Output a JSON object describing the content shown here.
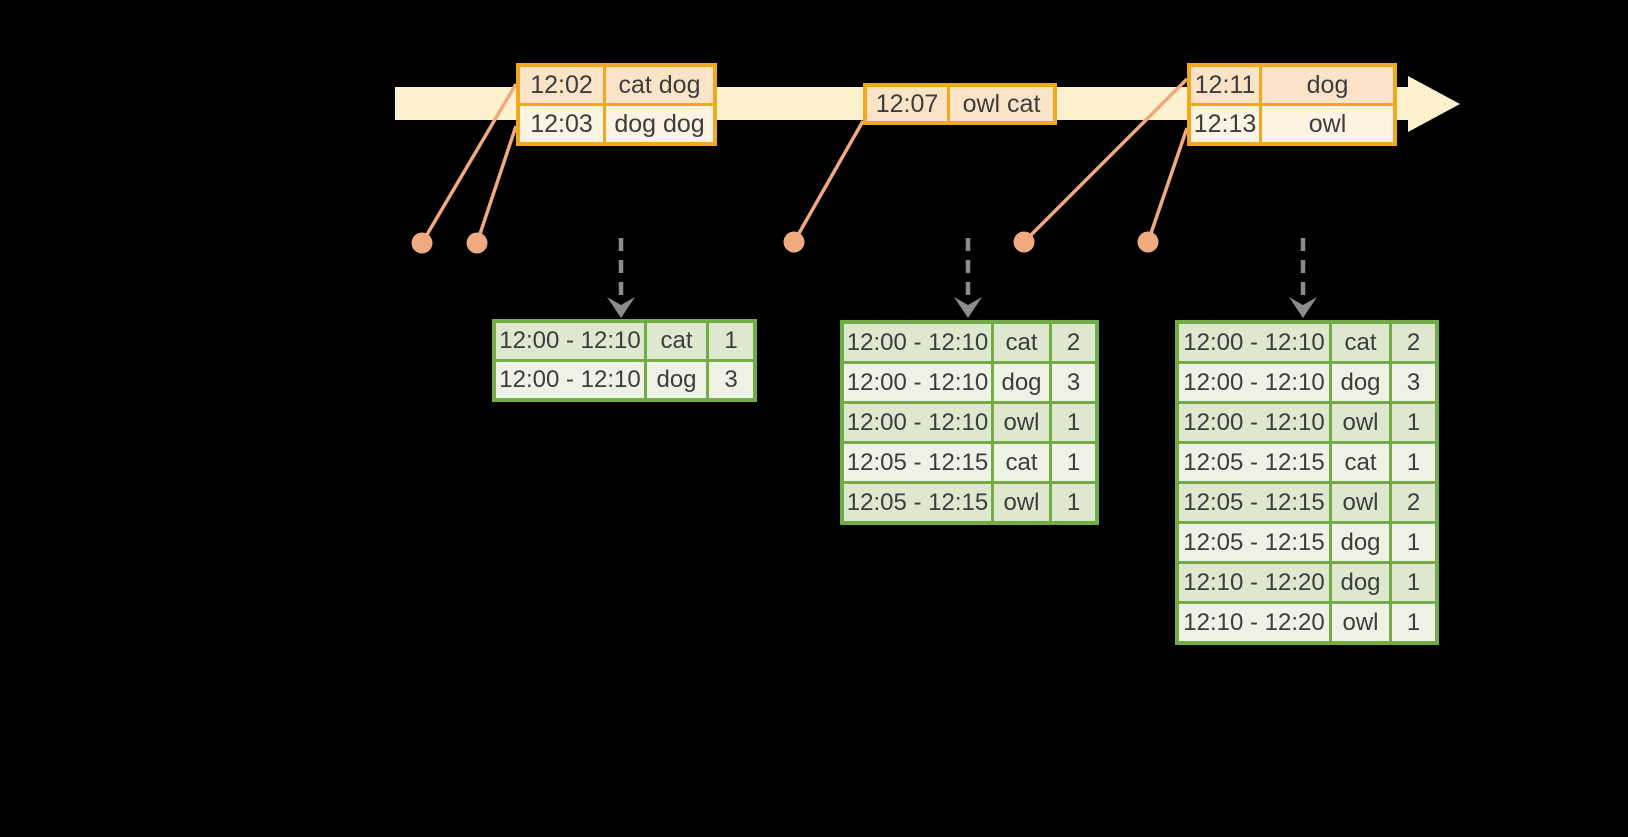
{
  "diagram": {
    "event_tables": [
      {
        "name": "events-at-12-02",
        "rows": [
          [
            "12:02",
            "cat dog"
          ],
          [
            "12:03",
            "dog dog"
          ]
        ]
      },
      {
        "name": "events-at-12-07",
        "rows": [
          [
            "12:07",
            "owl cat"
          ]
        ]
      },
      {
        "name": "events-at-12-11",
        "rows": [
          [
            "12:11",
            "dog"
          ],
          [
            "12:13",
            "owl"
          ]
        ]
      }
    ],
    "result_tables": [
      {
        "name": "result-table-1",
        "rows": [
          [
            "12:00 - 12:10",
            "cat",
            "1"
          ],
          [
            "12:00 - 12:10",
            "dog",
            "3"
          ]
        ]
      },
      {
        "name": "result-table-2",
        "rows": [
          [
            "12:00 - 12:10",
            "cat",
            "2"
          ],
          [
            "12:00 - 12:10",
            "dog",
            "3"
          ],
          [
            "12:00 - 12:10",
            "owl",
            "1"
          ],
          [
            "12:05 - 12:15",
            "cat",
            "1"
          ],
          [
            "12:05 - 12:15",
            "owl",
            "1"
          ]
        ]
      },
      {
        "name": "result-table-3",
        "rows": [
          [
            "12:00 - 12:10",
            "cat",
            "2"
          ],
          [
            "12:00 - 12:10",
            "dog",
            "3"
          ],
          [
            "12:00 - 12:10",
            "owl",
            "1"
          ],
          [
            "12:05 - 12:15",
            "cat",
            "1"
          ],
          [
            "12:05 - 12:15",
            "owl",
            "2"
          ],
          [
            "12:05 - 12:15",
            "dog",
            "1"
          ],
          [
            "12:10 - 12:20",
            "dog",
            "1"
          ],
          [
            "12:10 - 12:20",
            "owl",
            "1"
          ]
        ]
      }
    ],
    "icons": [
      "timeline-arrowhead-icon",
      "event-dot-icon",
      "down-dashed-arrow-icon"
    ],
    "colors": {
      "bg": "#000000",
      "band": "#fcf1cd",
      "amber": "#f0a81e",
      "peach-dark": "#fae3c6",
      "peach-light": "#fdf3e2",
      "salmon": "#f1a97f",
      "gray-arrow": "#8c8c8c",
      "green": "#73ab44",
      "green-dark": "#dde8cf",
      "green-light": "#edf2e5",
      "ink": "#3d3d3d"
    }
  }
}
